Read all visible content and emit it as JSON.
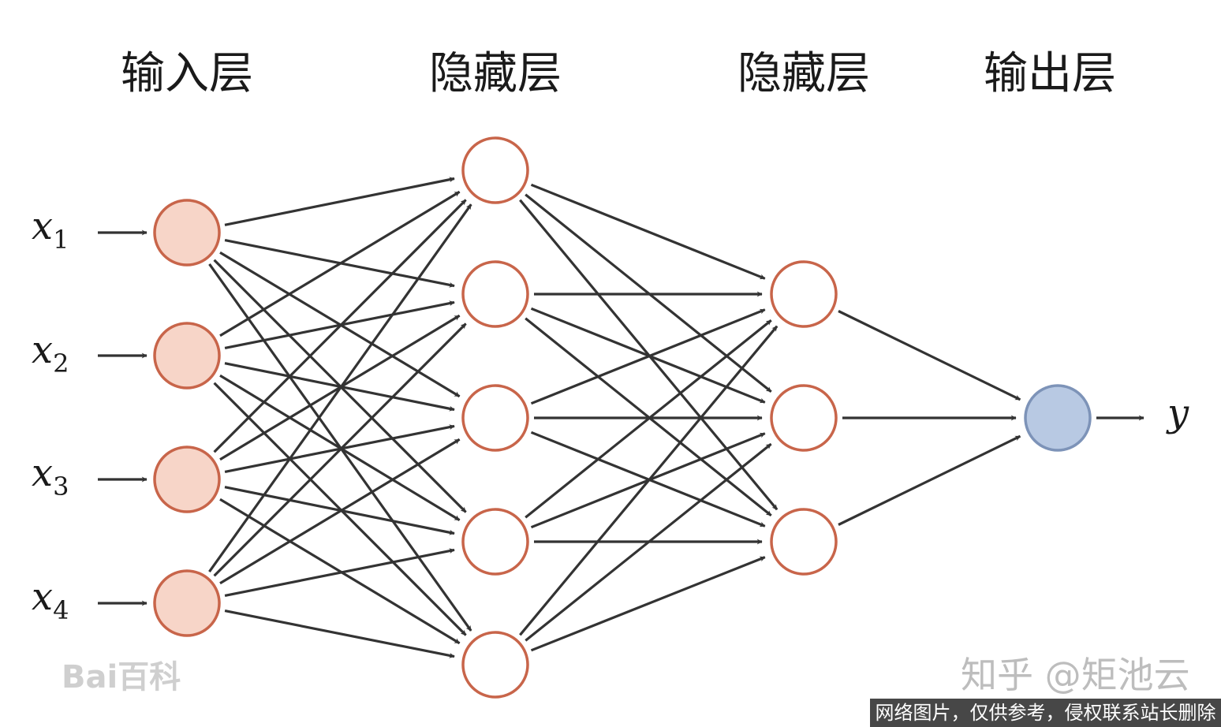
{
  "layer_titles": {
    "input": "输入层",
    "hidden1": "隐藏层",
    "hidden2": "隐藏层",
    "output": "输出层"
  },
  "input_labels": [
    {
      "var": "x",
      "sub": "1"
    },
    {
      "var": "x",
      "sub": "2"
    },
    {
      "var": "x",
      "sub": "3"
    },
    {
      "var": "x",
      "sub": "4"
    }
  ],
  "output_label": "y",
  "network": {
    "layer_sizes": [
      4,
      5,
      3,
      1
    ],
    "fully_connected": true
  },
  "colors": {
    "input_fill": "#f7d5c8",
    "input_stroke": "#c8654a",
    "hidden_fill": "#ffffff",
    "hidden_stroke": "#c8654a",
    "output_fill": "#b8c9e3",
    "output_stroke": "#7d93b8",
    "edge": "#333333"
  },
  "watermarks": {
    "baidu": "Bai百科",
    "zhihu": "知乎 @矩池云",
    "notice": "网络图片，仅供参考，侵权联系站长删除"
  }
}
